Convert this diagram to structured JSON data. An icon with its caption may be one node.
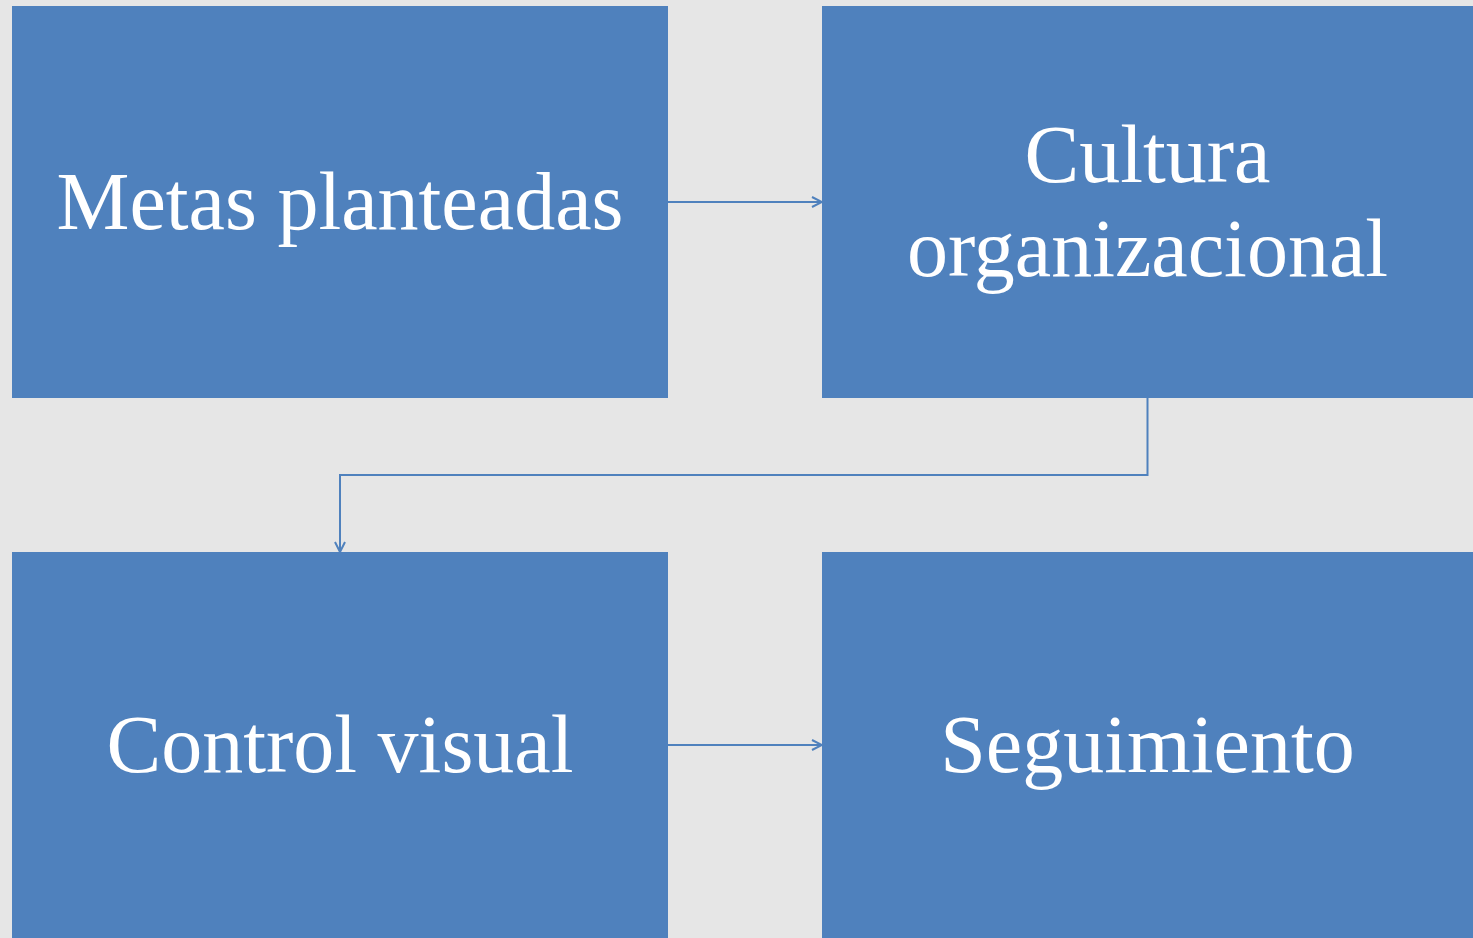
{
  "diagram": {
    "nodes": [
      {
        "text": [
          "Metas planteadas"
        ]
      },
      {
        "text": [
          "Cultura organizacional"
        ]
      },
      {
        "text": [
          "Control visual"
        ]
      },
      {
        "text": [
          "Seguimiento"
        ]
      }
    ],
    "edges": [
      {
        "from": 0,
        "to": 1,
        "arrow": "to"
      },
      {
        "from": 1,
        "to": 2,
        "arrow": "to"
      },
      {
        "from": 2,
        "to": 3,
        "arrow": "to"
      }
    ]
  }
}
